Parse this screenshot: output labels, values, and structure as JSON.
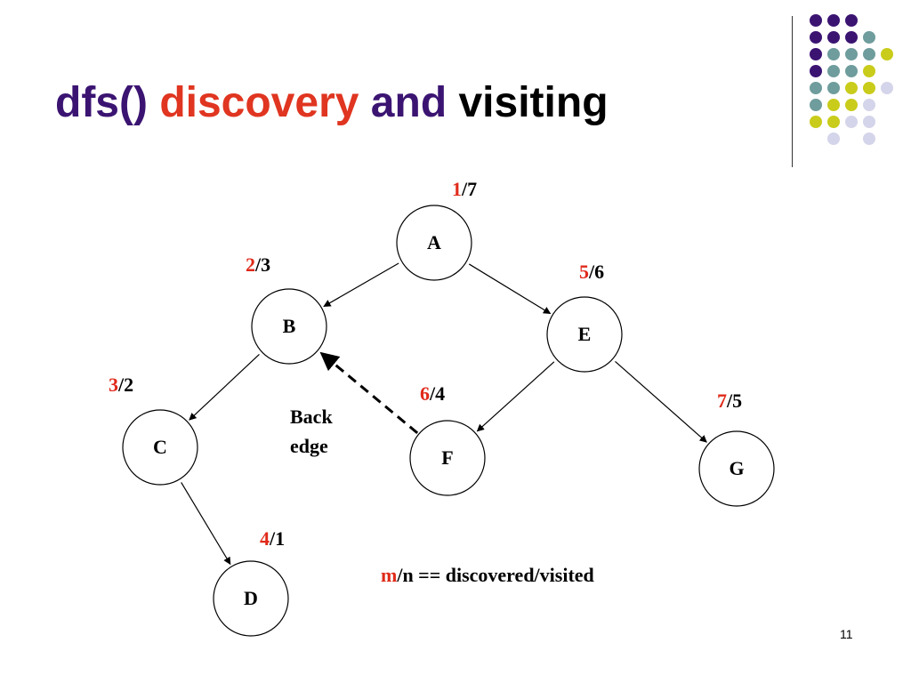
{
  "title": {
    "parts": [
      {
        "text": "dfs()",
        "color": "#3b1472"
      },
      {
        "text": "discovery",
        "color": "#e03520"
      },
      {
        "text": "and",
        "color": "#3b1472"
      },
      {
        "text": "visiting",
        "color": "#000000"
      }
    ]
  },
  "colors": {
    "accent_red": "#e02a1a",
    "decor_purple": "#3b1472",
    "decor_teal": "#6f9c9c",
    "decor_yellow": "#c9cc1a",
    "decor_lavender": "#d4d4ea"
  },
  "graph": {
    "nodes": [
      {
        "id": "A",
        "label": "A",
        "discovered": "1",
        "visited": "7"
      },
      {
        "id": "B",
        "label": "B",
        "discovered": "2",
        "visited": "3"
      },
      {
        "id": "C",
        "label": "C",
        "discovered": "3",
        "visited": "2"
      },
      {
        "id": "D",
        "label": "D",
        "discovered": "4",
        "visited": "1"
      },
      {
        "id": "E",
        "label": "E",
        "discovered": "5",
        "visited": "6"
      },
      {
        "id": "F",
        "label": "F",
        "discovered": "6",
        "visited": "4"
      },
      {
        "id": "G",
        "label": "G",
        "discovered": "7",
        "visited": "5"
      }
    ],
    "edges": [
      {
        "from": "A",
        "to": "B",
        "type": "tree"
      },
      {
        "from": "A",
        "to": "E",
        "type": "tree"
      },
      {
        "from": "B",
        "to": "C",
        "type": "tree"
      },
      {
        "from": "C",
        "to": "D",
        "type": "tree"
      },
      {
        "from": "E",
        "to": "F",
        "type": "tree"
      },
      {
        "from": "E",
        "to": "G",
        "type": "tree"
      },
      {
        "from": "F",
        "to": "B",
        "type": "back"
      }
    ],
    "back_edge_label": [
      "Back",
      "edge"
    ]
  },
  "legend": {
    "m": "m",
    "rest": "/n == discovered/visited"
  },
  "slide_number": "11"
}
